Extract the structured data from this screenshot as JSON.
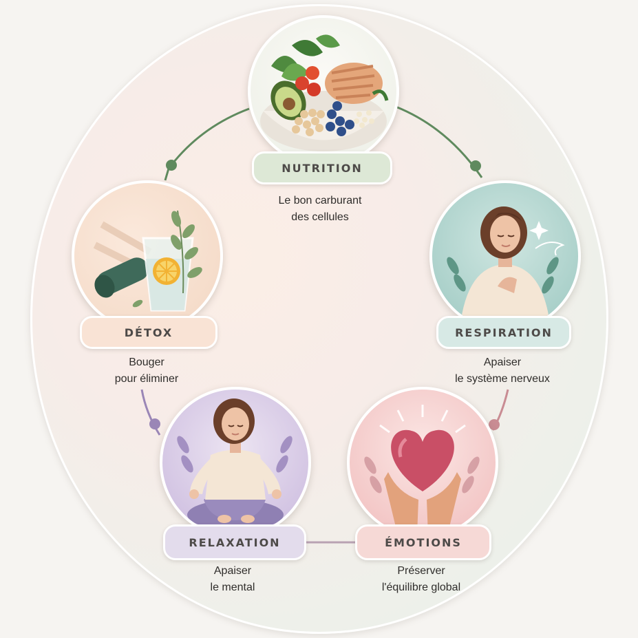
{
  "nodes": [
    {
      "key": "nutrition",
      "title": "NUTRITION",
      "lines": [
        "Le bon carburant",
        "des cellules"
      ],
      "color": "#dde8d6",
      "icon": "nutrition-bowl-icon"
    },
    {
      "key": "respiration",
      "title": "RESPIRATION",
      "lines": [
        "Apaiser",
        "le système nerveux"
      ],
      "color": "#d7e9e5",
      "icon": "breathing-woman-icon"
    },
    {
      "key": "emotions",
      "title": "ÉMOTIONS",
      "lines": [
        "Préserver",
        "l'équilibre global"
      ],
      "color": "#f6d9d6",
      "icon": "heart-hands-icon"
    },
    {
      "key": "relaxation",
      "title": "RELAXATION",
      "lines": [
        "Apaiser",
        "le mental"
      ],
      "color": "#e3dcec",
      "icon": "meditating-woman-icon"
    },
    {
      "key": "detox",
      "title": "DÉTOX",
      "lines": [
        "Bouger",
        "pour éliminer"
      ],
      "color": "#f9e3d5",
      "icon": "lemon-water-glass-icon"
    }
  ],
  "colors": {
    "link_green": "#5f8a5e",
    "link_pink": "#c98c93",
    "link_purple": "#9a86b6"
  }
}
